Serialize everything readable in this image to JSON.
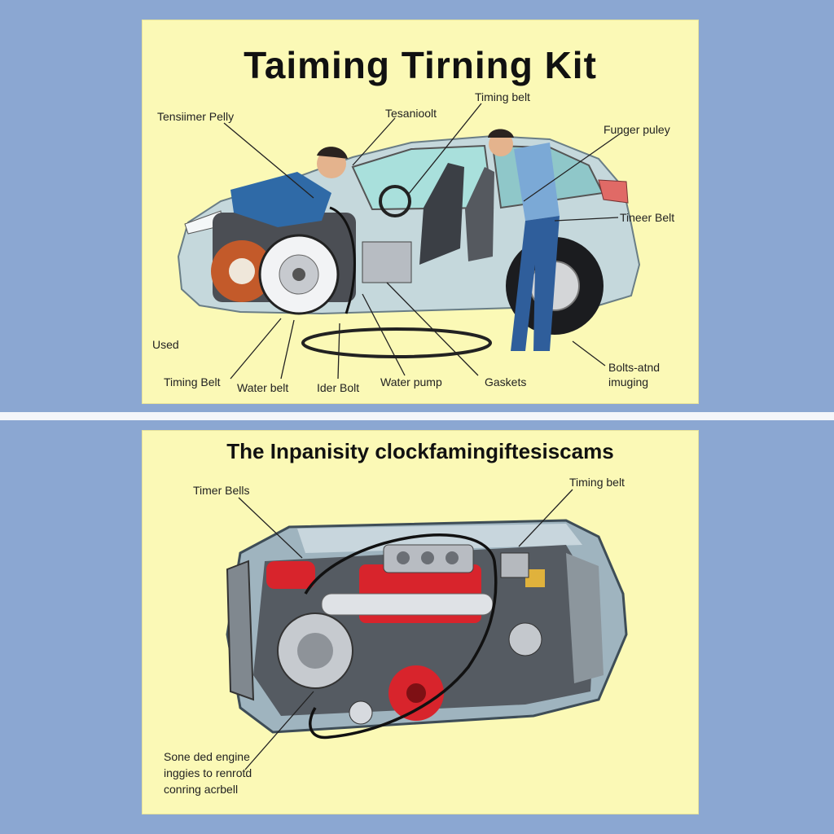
{
  "top_panel": {
    "title": "Taiming  Tirning Kit",
    "labels": {
      "tensioner_pelly": "Tensiimer Pelly",
      "tesanioolt": "Tesanioolt",
      "timing_belt_top": "Timing belt",
      "funger_puley": "Funger puley",
      "tineer_belt": "Tineer Belt",
      "used": "Used",
      "timing_belt_bottom": "Timing Belt",
      "water_belt": "Water belt",
      "ider_bolt": "Ider Bolt",
      "water_pump": "Water pump",
      "gaskets": "Gaskets",
      "bolts_and": "Bolts-atnd",
      "imuging": "imuging"
    }
  },
  "bottom_panel": {
    "title": "The Inpanisity clockfamingiftesiscams",
    "labels": {
      "timer_bells": "Timer Bells",
      "timing_belt": "Timing belt",
      "note_line1": "Sone ded engine",
      "note_line2": "inggies to renrotd",
      "note_line3": "conring acrbell"
    }
  },
  "colors": {
    "background": "#8ba7d2",
    "panel": "#fbf9b6",
    "car_body": "#c5d8dc",
    "engine_red": "#d8242c"
  }
}
